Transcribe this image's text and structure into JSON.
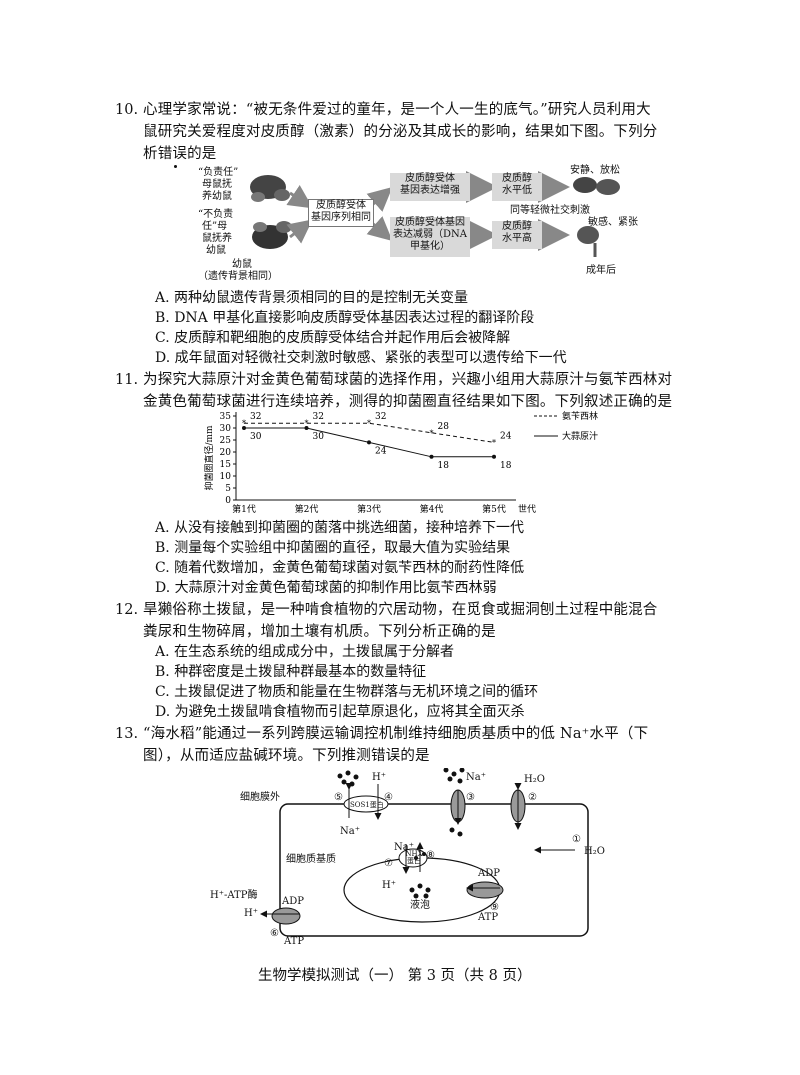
{
  "q10": {
    "number": "10.",
    "stem_line1": "心理学家常说：“被无条件爱过的童年，是一个人一生的底气。”研究人员利用大",
    "stem_line2": "鼠研究关爱程度对皮质醇（激素）的分泌及其成长的影响，结果如下图。下列分",
    "stem_line3": "析错误的是",
    "diagram": {
      "mother1_l1": "“负责任”",
      "mother1_l2": "母鼠抚",
      "mother1_l3": "养幼鼠",
      "mother2_l1": "“不负责",
      "mother2_l2": "任”母",
      "mother2_l3": "鼠抚养",
      "mother2_l4": "幼鼠",
      "pups_l1": "幼鼠",
      "pups_l2": "（遗传背景相同）",
      "center_l1": "皮质醇受体",
      "center_l2": "基因序列相同",
      "top_box_l1": "皮质醇受体",
      "top_box_l2": "基因表达增强",
      "top_level_l1": "皮质醇",
      "top_level_l2": "水平低",
      "top_result": "安静、放松",
      "bottom_box_l1": "皮质醇受体基因",
      "bottom_box_l2": "表达减弱（DNA",
      "bottom_box_l3": "甲基化）",
      "bottom_level_l1": "皮质醇",
      "bottom_level_l2": "水平高",
      "stimulus": "同等轻微社交刺激",
      "bottom_result_l1": "敏感、紧张",
      "adult": "成年后"
    },
    "options": [
      "A.  两种幼鼠遗传背景须相同的目的是控制无关变量",
      "B.  DNA 甲基化直接影响皮质醇受体基因表达过程的翻译阶段",
      "C.  皮质醇和靶细胞的皮质醇受体结合并起作用后会被降解",
      "D.  成年鼠面对轻微社交刺激时敏感、紧张的表型可以遗传给下一代"
    ]
  },
  "q11": {
    "number": "11.",
    "stem_line1": "为探究大蒜原汁对金黄色葡萄球菌的选择作用，兴趣小组用大蒜原汁与氨苄西林对",
    "stem_line2": "金黄色葡萄球菌进行连续培养，测得的抑菌圈直径结果如下图。下列叙述正确的是",
    "options": [
      "A.  从没有接触到抑菌圈的菌落中挑选细菌，接种培养下一代",
      "B.  测量每个实验组中抑菌圈的直径，取最大值为实验结果",
      "C.  随着代数增加，金黄色葡萄球菌对氨苄西林的耐药性降低",
      "D.  大蒜原汁对金黄色葡萄球菌的抑制作用比氨苄西林弱"
    ]
  },
  "chart_data": {
    "type": "line",
    "categories": [
      "第1代",
      "第2代",
      "第3代",
      "第4代",
      "第5代"
    ],
    "series": [
      {
        "name": "氨苄西林",
        "values": [
          32,
          32,
          32,
          28,
          24
        ],
        "style": "dashed"
      },
      {
        "name": "大蒜原汁",
        "values": [
          30,
          30,
          24,
          18,
          18
        ],
        "style": "solid"
      }
    ],
    "ylabel": "抑菌圈直径/mm",
    "xlabel": "世代",
    "yticks": [
      0,
      5,
      10,
      15,
      20,
      25,
      30,
      35
    ],
    "ylim": [
      0,
      35
    ],
    "legend": "right",
    "grid": false
  },
  "q12": {
    "number": "12.",
    "stem_line1": "旱獭俗称土拨鼠，是一种啃食植物的穴居动物，在觅食或掘洞刨土过程中能混合",
    "stem_line2": "粪尿和生物碎屑，增加土壤有机质。下列分析正确的是",
    "options": [
      "A.  在生态系统的组成成分中，土拨鼠属于分解者",
      "B.  种群密度是土拨鼠种群最基本的数量特征",
      "C.  土拨鼠促进了物质和能量在生物群落与无机环境之间的循环",
      "D.  为避免土拨鼠啃食植物而引起草原退化，应将其全面灭杀"
    ]
  },
  "q13": {
    "number": "13.",
    "stem_line1": "“海水稻”能通过一系列跨膜运输调控机制维持细胞质基质中的低 Na⁺水平（下",
    "stem_line2": "图），从而适应盐碱环境。下列推测错误的是",
    "diagram": {
      "outside": "细胞膜外",
      "cytoplasm": "细胞质基质",
      "vacuole": "液泡",
      "sos1": "SOS1蛋白",
      "nhx_l1": "NHX",
      "nhx_l2": "蛋白",
      "hplus": "H⁺",
      "naplus": "Na⁺",
      "h2o": "H₂O",
      "adp": "ADP",
      "atp": "ATP",
      "atpase": "H⁺-ATP酶",
      "n1": "①",
      "n2": "②",
      "n3": "③",
      "n4": "④",
      "n5": "⑤",
      "n6": "⑥",
      "n7": "⑦",
      "n8": "⑧",
      "n9": "⑨"
    }
  },
  "footer": "生物学模拟测试（一）   第 3 页（共 8 页）"
}
